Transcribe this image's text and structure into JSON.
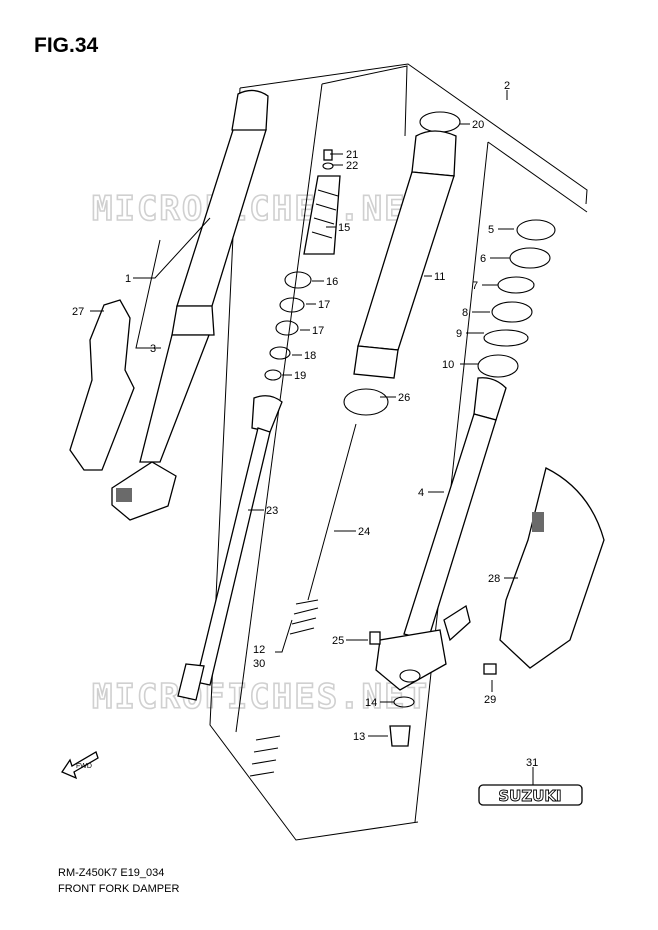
{
  "figure": {
    "title": "FIG.34"
  },
  "footer": {
    "model": "RM-Z450K7 E19_034",
    "description": "FRONT FORK DAMPER"
  },
  "watermark": "MICROFICHES.NET",
  "brand_badge": "SUZUKI",
  "fwd_label": "FWD",
  "callouts": [
    "1",
    "2",
    "3",
    "4",
    "5",
    "6",
    "7",
    "8",
    "9",
    "10",
    "11",
    "12",
    "13",
    "14",
    "15",
    "16",
    "17",
    "17",
    "18",
    "19",
    "20",
    "21",
    "22",
    "23",
    "24",
    "25",
    "26",
    "27",
    "28",
    "29",
    "30",
    "31"
  ]
}
